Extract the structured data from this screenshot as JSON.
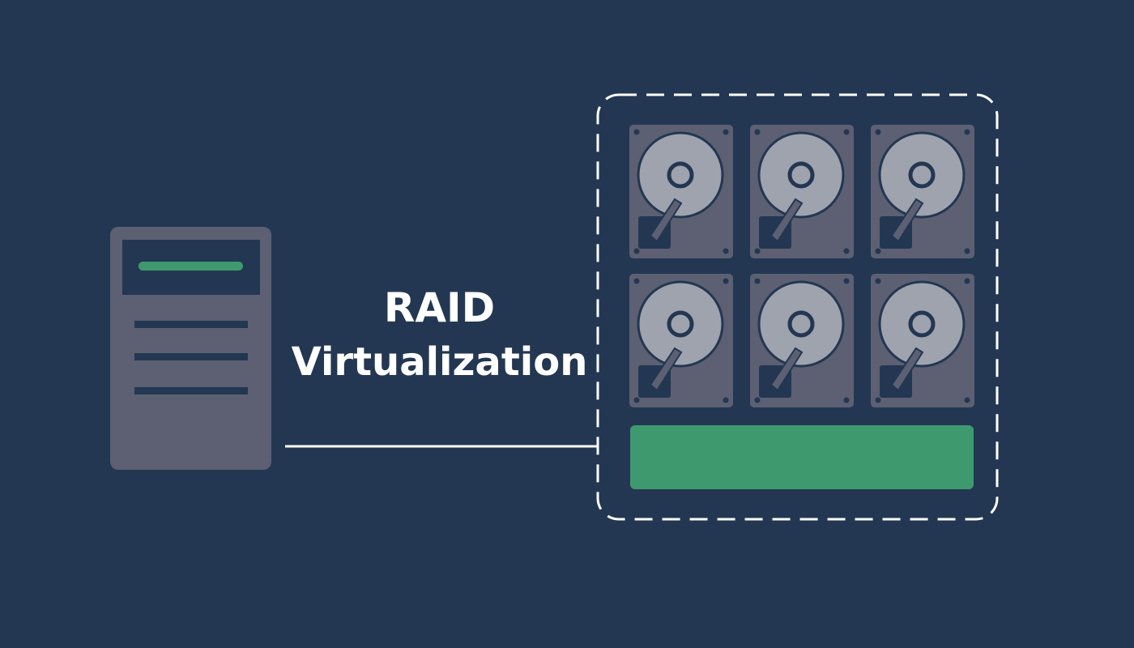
{
  "labels": {
    "line1": "RAID",
    "line2": "Virtualization"
  },
  "server": {
    "icon": "server-icon",
    "status_color": "#3e9a6e",
    "drive_slot_count": 3
  },
  "connector": {
    "icon": "cable-line",
    "color": "#ffffff"
  },
  "raid_array": {
    "outline_style": "dashed",
    "outline_color": "#ffffff",
    "drive_rows": 2,
    "drive_columns": 3,
    "drive_icon": "hard-drive-icon",
    "virtual_volume_color": "#3e9a6e"
  },
  "colors": {
    "background": "#233752",
    "device_gray": "#5c6072",
    "platter": "#9fa3ae",
    "accent_green": "#3e9a6e",
    "text": "#ffffff"
  }
}
